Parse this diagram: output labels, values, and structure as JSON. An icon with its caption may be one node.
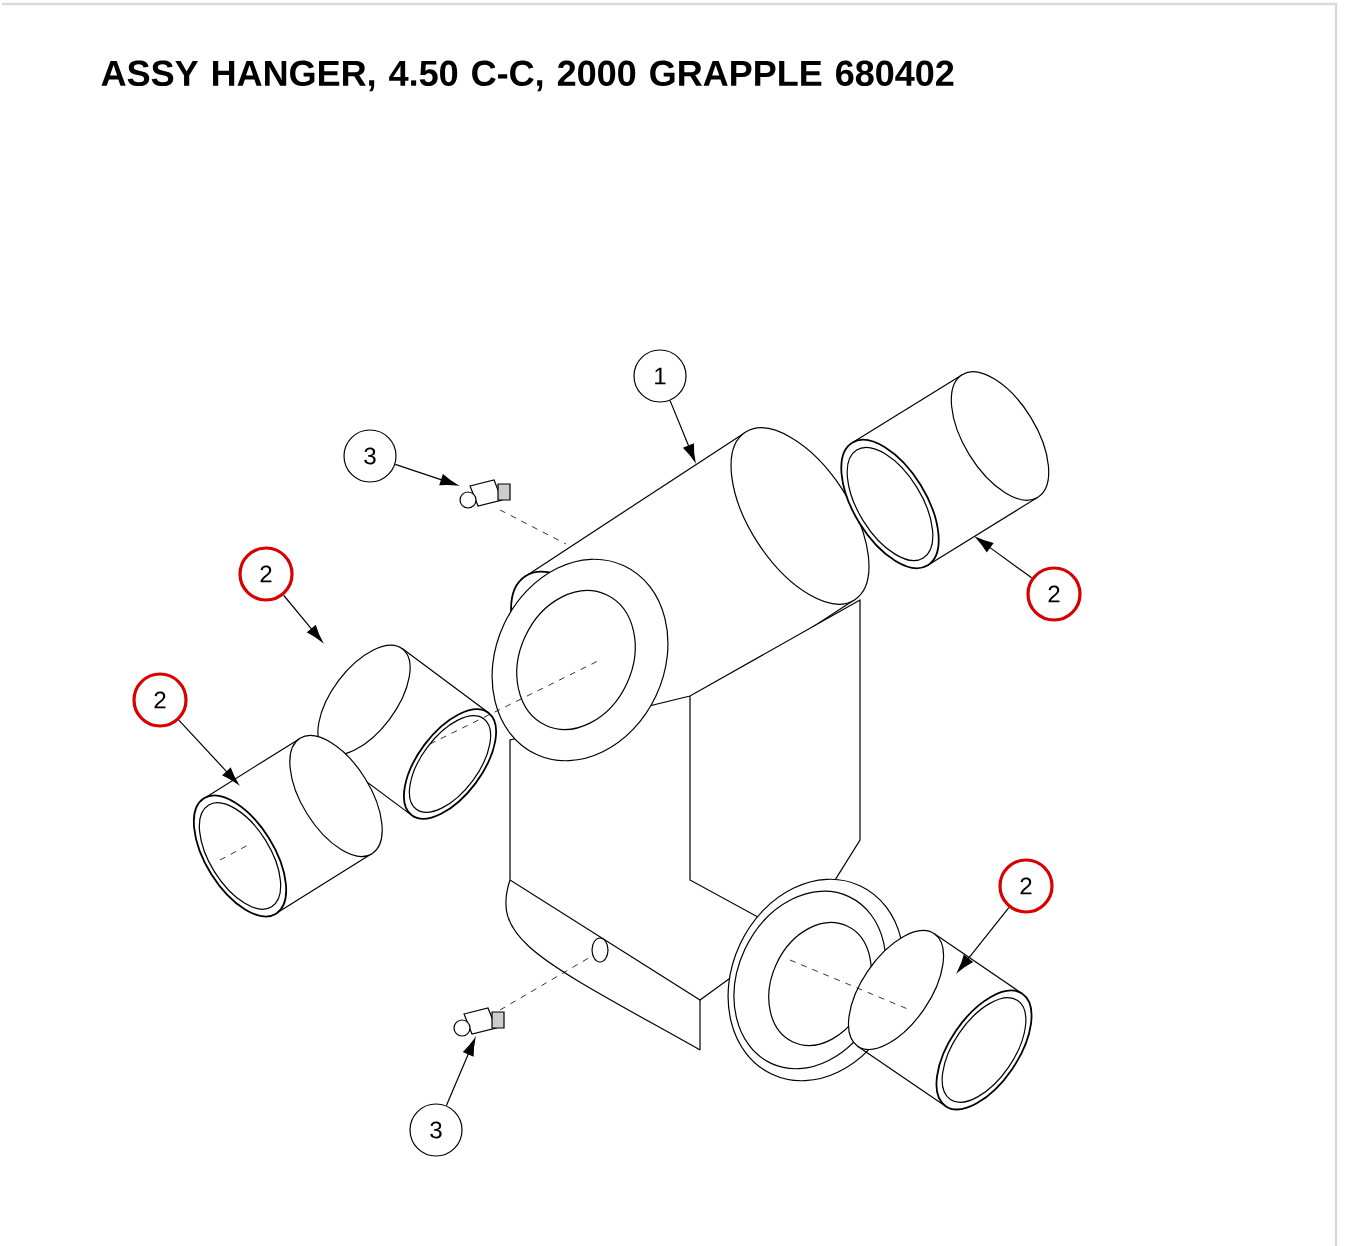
{
  "diagram": {
    "title": "ASSY HANGER, 4.50 C-C, 2000 GRAPPLE 680402",
    "nodes": [
      {
        "text": [
          "1"
        ]
      },
      {
        "text": [
          "3"
        ]
      },
      {
        "text": [
          "2"
        ]
      },
      {
        "text": [
          "2"
        ]
      },
      {
        "text": [
          "2"
        ]
      },
      {
        "text": [
          "2"
        ]
      },
      {
        "text": [
          "3"
        ]
      }
    ],
    "edges": [
      {
        "from": 0,
        "to": null,
        "arrow": "to"
      },
      {
        "from": 1,
        "to": null,
        "arrow": "to"
      },
      {
        "from": 2,
        "to": null,
        "arrow": "to"
      },
      {
        "from": 3,
        "to": null,
        "arrow": "to"
      },
      {
        "from": 4,
        "to": null,
        "arrow": "to"
      },
      {
        "from": 5,
        "to": null,
        "arrow": "to"
      },
      {
        "from": 6,
        "to": null,
        "arrow": "to"
      }
    ]
  }
}
